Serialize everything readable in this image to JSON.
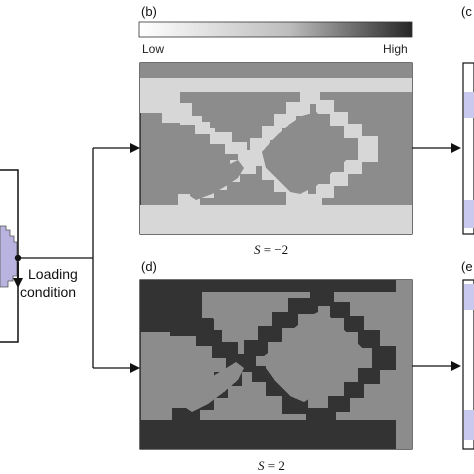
{
  "panels": {
    "b": {
      "tag": "(b)",
      "s_var": "S",
      "s_value": " = −2"
    },
    "d": {
      "tag": "(d)",
      "s_var": "S",
      "s_value": " = 2"
    },
    "c_tag": "(c",
    "e_tag": "(e"
  },
  "colorbar": {
    "low_label": "Low",
    "high_label": "High"
  },
  "loading": {
    "line1": "Loading",
    "line2": "condition"
  },
  "colors": {
    "background_gray": "#8c8c8c",
    "light_structure": "#d7d7d7",
    "dark_structure": "#333333",
    "edge_panel": "#c9c9f0",
    "left_shape": "#b9b3df"
  }
}
